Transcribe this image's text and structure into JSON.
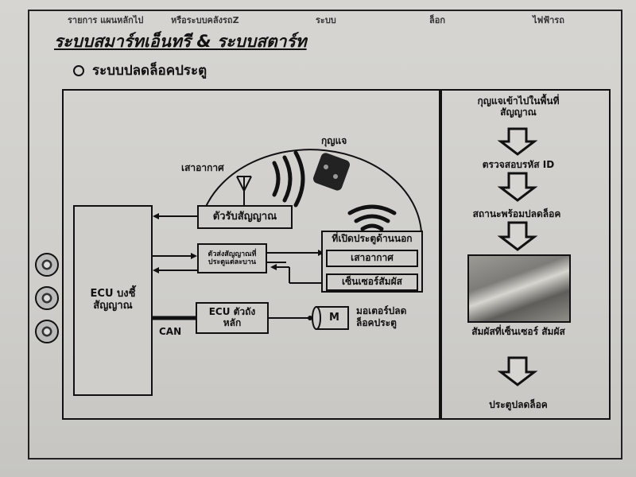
{
  "header": {
    "col1": "รายการ แผนหลักไป",
    "col2": "หรือระบบคลังรถZ",
    "col3": "ระบบ",
    "col4": "ล็อก",
    "col5": "ไฟฟ้ารถ"
  },
  "title": "ระบบสมาร์ทเอ็นทรี & ระบบสตาร์ท",
  "subtitle": "ระบบปลดล็อคประตู",
  "diagram": {
    "key_label": "กุญแจ",
    "antenna_label": "เสาอากาศ",
    "ecu_main": "ECU บงชี้ สัญญาณ",
    "receiver": "ตัวรับสัญญาณ",
    "transmitter": "ตัวส่งสัญญาณที่ ประตูแต่ละบาน",
    "ecu_lock": "ECU ตัวถัง หลัก",
    "can_label": "CAN",
    "motor_symbol": "M",
    "motor_label": "มอเตอร์ปลด ล็อคประตู",
    "door_opener": "ที่เปิดประตูด้านนอก",
    "door_antenna": "เสาอากาศ",
    "touch_sensor": "เซ็นเซอร์สัมผัส"
  },
  "flow": {
    "step1": "กุญแจเข้าไปในพื้นที่ สัญญาณ",
    "step2": "ตรวจสอบรหัส ID",
    "step3": "สถานะพร้อมปลดล็อค",
    "step4": "สัมผัสที่เซ็นเซอร์ สัมผัส",
    "step5": "ประตูปลดล็อค"
  }
}
